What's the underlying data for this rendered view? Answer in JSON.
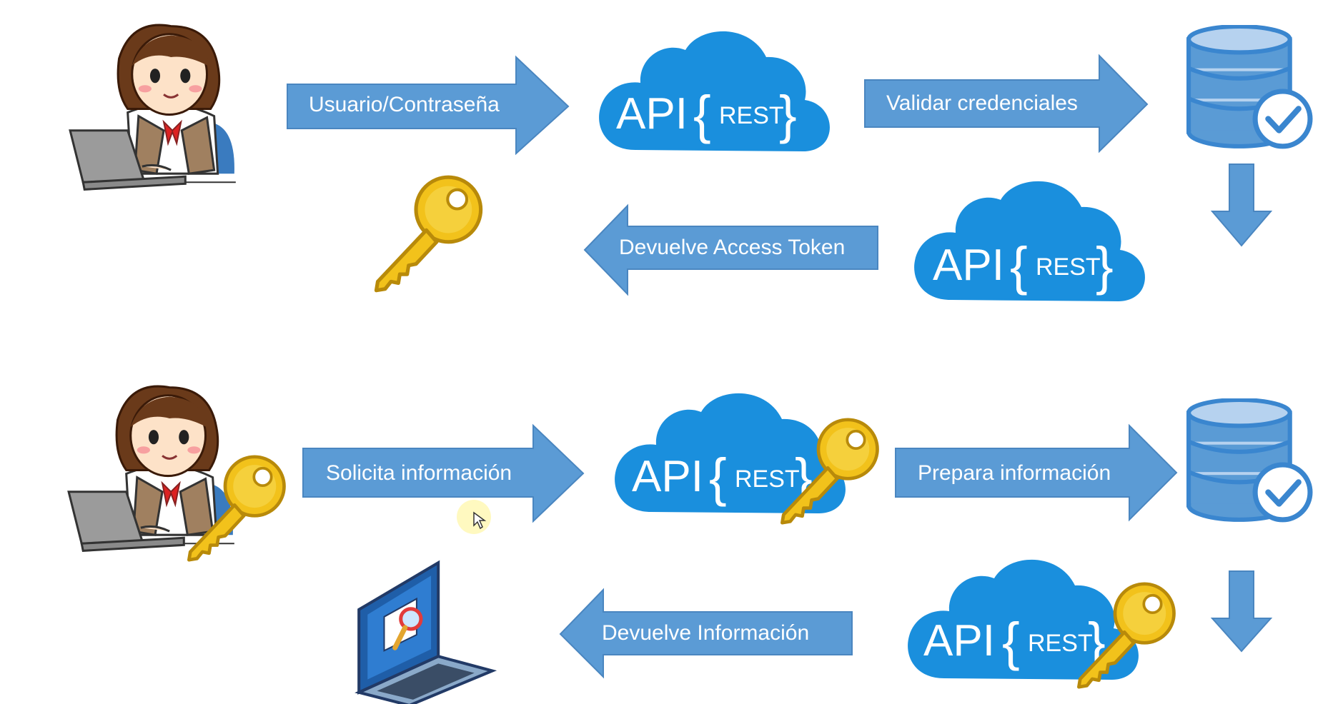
{
  "colors": {
    "arrow": "#5b9bd5",
    "arrow_border": "#4a86c0",
    "cloud": "#1a8fdd",
    "database": "#5a9bd5",
    "database_light": "#b6d2ef",
    "key": "#f2c21b",
    "key_dark": "#b88a0a"
  },
  "flow1": {
    "arrows": [
      {
        "label": "Usuario/Contraseña",
        "direction": "right"
      },
      {
        "label": "Validar credenciales",
        "direction": "right"
      },
      {
        "label": "Devuelve Access Token",
        "direction": "left"
      }
    ],
    "cloud_main": "API",
    "cloud_rest": "REST",
    "cloud2_main": "API",
    "cloud2_rest": "REST",
    "icons": [
      "user-at-laptop-icon",
      "key-icon",
      "database-check-icon",
      "arrow-down-icon"
    ]
  },
  "flow2": {
    "arrows": [
      {
        "label": "Solicita información",
        "direction": "right"
      },
      {
        "label": "Prepara información",
        "direction": "right"
      },
      {
        "label": "Devuelve Información",
        "direction": "left"
      }
    ],
    "cloud_main": "API",
    "cloud_rest": "REST",
    "cloud2_main": "API",
    "cloud2_rest": "REST",
    "icons": [
      "user-with-key-icon",
      "laptop-search-icon",
      "database-check-icon",
      "arrow-down-icon",
      "key-icon"
    ]
  }
}
